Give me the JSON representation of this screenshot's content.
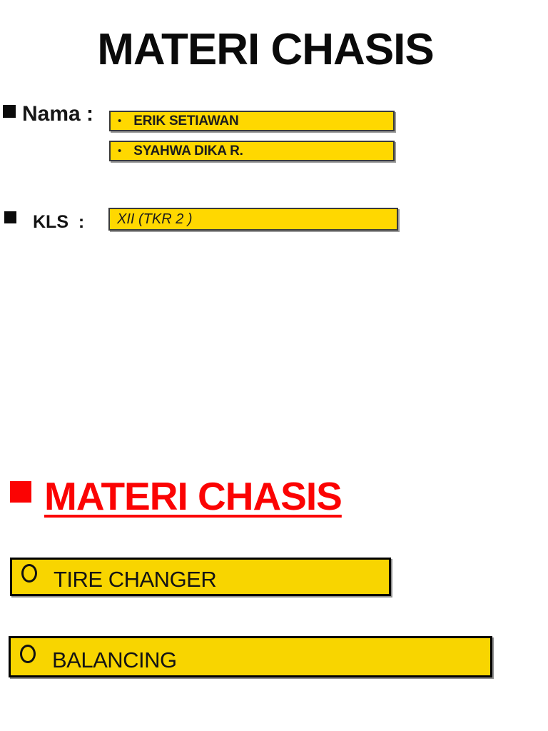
{
  "slide": {
    "title": "MATERI CHASIS",
    "nama": {
      "label": "Nama :",
      "entries": [
        {
          "bullet": "•",
          "text": "ERIK SETIAWAN"
        },
        {
          "bullet": "•",
          "text": "SYAHWA DIKA R."
        }
      ]
    },
    "kls": {
      "label": "KLS  :",
      "value": "XII (TKR 2 )"
    },
    "section": {
      "heading": "MATERI CHASIS"
    },
    "topics": [
      {
        "text": "TIRE CHANGER"
      },
      {
        "text": "BALANCING"
      }
    ],
    "colors": {
      "highlight_yellow": "#FFD800",
      "topic_yellow": "#F8D500",
      "accent_red": "#FB0303",
      "text_black": "#0B0B0B"
    }
  }
}
